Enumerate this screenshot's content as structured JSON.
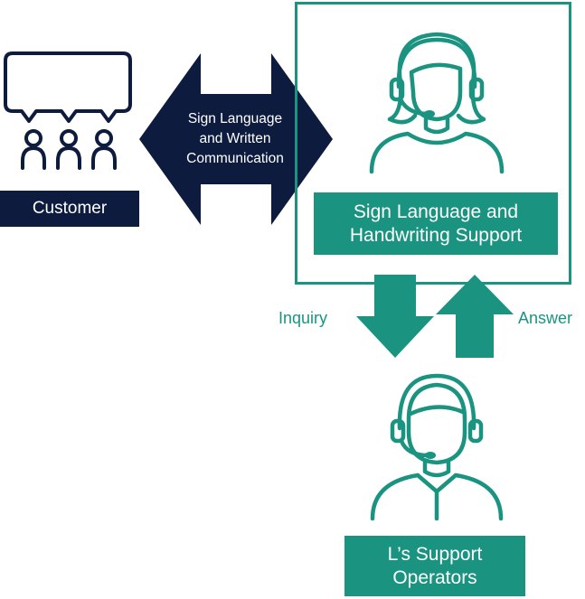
{
  "customer": {
    "label": "Customer"
  },
  "double_arrow": {
    "lines": [
      "Sign Language",
      "and Written",
      "Communication"
    ]
  },
  "support": {
    "lines": [
      "Sign Language and",
      "Handwriting Support"
    ]
  },
  "flow": {
    "inquiry": "Inquiry",
    "answer": "Answer"
  },
  "operators": {
    "lines": [
      "L’s Support",
      "Operators"
    ]
  },
  "colors": {
    "navy": "#0d1b3e",
    "teal": "#1a9481",
    "white": "#ffffff"
  },
  "icons": {
    "customer": "customer-group-speech-icon",
    "support_agent": "headset-agent-female-icon",
    "operator_agent": "headset-agent-male-icon"
  }
}
